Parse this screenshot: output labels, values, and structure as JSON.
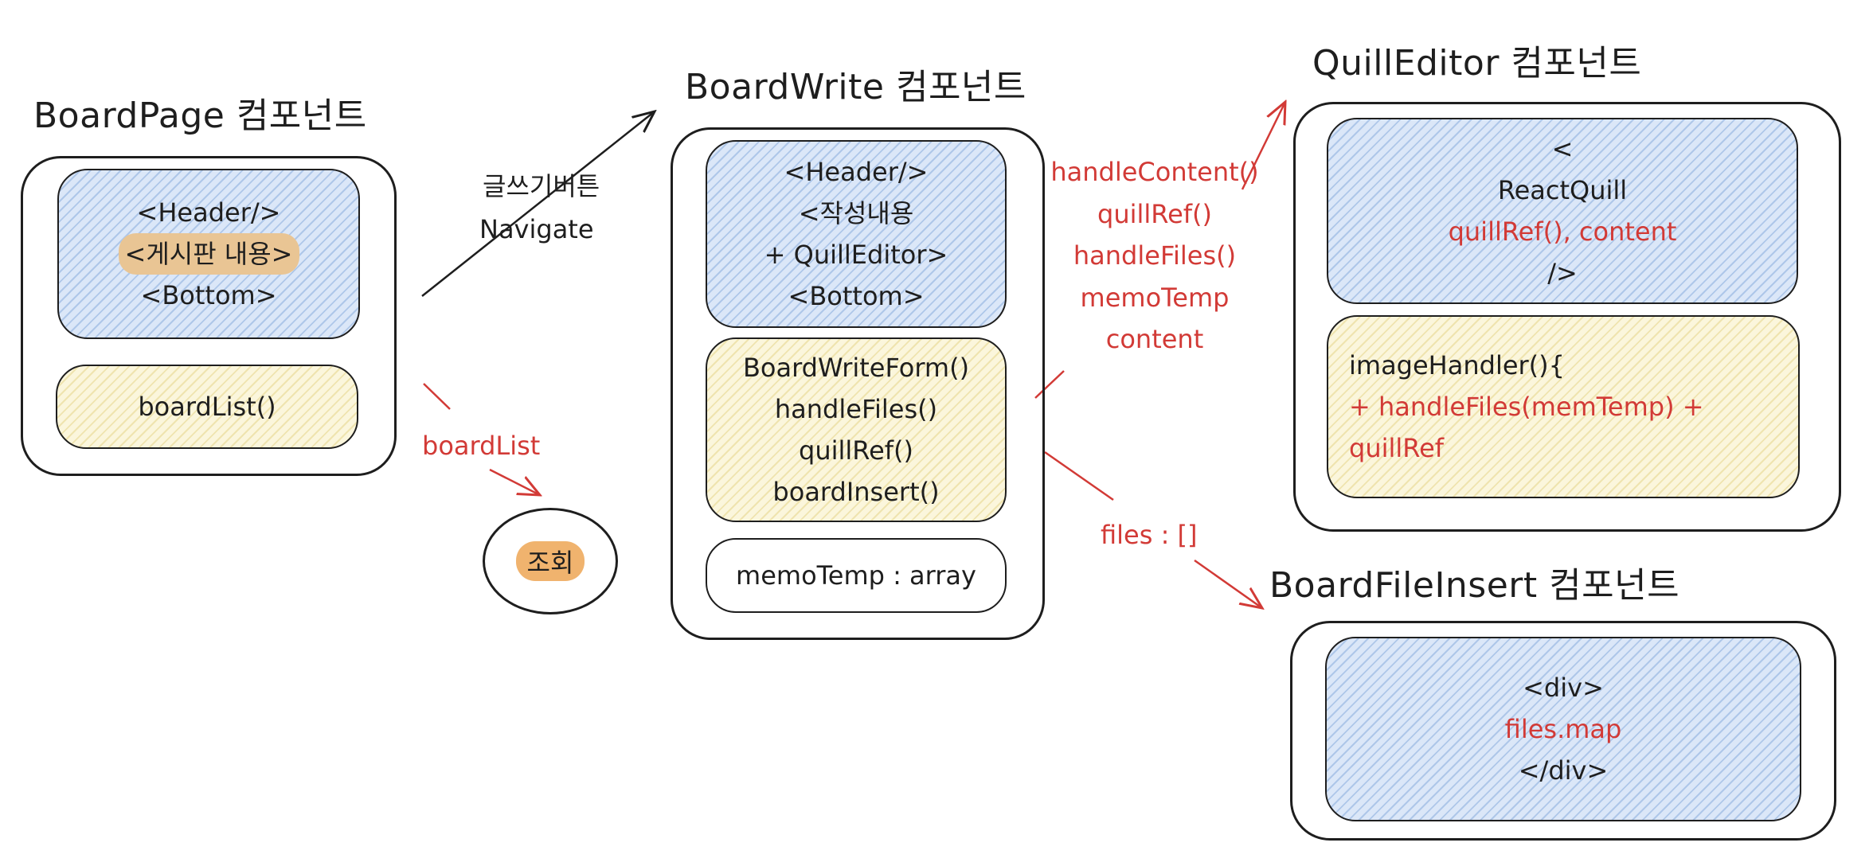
{
  "boardpage": {
    "title": "BoardPage 컴포넌트",
    "view_lines": [
      "<Header/>",
      "<게시판 내용>",
      "<Bottom>"
    ],
    "logic": "boardList()"
  },
  "navigate_label": {
    "line1": "글쓰기버튼",
    "line2": "Navigate"
  },
  "boardlist_label": "boardList",
  "lookup_node": "조회",
  "boardwrite": {
    "title": "BoardWrite 컴포넌트",
    "view_lines": [
      "<Header/>",
      "<작성내용",
      "+ QuillEditor>",
      "<Bottom>"
    ],
    "logic_lines": [
      "BoardWriteForm()",
      "handleFiles()",
      "quillRef()",
      "boardInsert()"
    ],
    "state": "memoTemp : array"
  },
  "props_to_quill": [
    "handleContent()",
    "quillRef()",
    "handleFiles()",
    "memoTemp",
    "content"
  ],
  "files_label": "files : []",
  "quilleditor": {
    "title": "QuillEditor 컴포넌트",
    "view_open": "<",
    "view_component": "ReactQuill",
    "view_props": "quillRef(),  content",
    "view_close": "/>",
    "logic_line1": "imageHandler(){",
    "logic_line2": "+ handleFiles(memTemp) + quillRef"
  },
  "boardfileinsert": {
    "title": "BoardFileInsert 컴포넌트",
    "view_lines": [
      "<div>",
      "files.map",
      "</div>"
    ]
  },
  "colors": {
    "ink": "#1e1e1e",
    "accent_red": "#d23a36",
    "view_blue": "#dbe7f8",
    "logic_yellow": "#fbf6dc",
    "highlight": "#e9c594",
    "highlight_orange": "#f0b36e"
  }
}
